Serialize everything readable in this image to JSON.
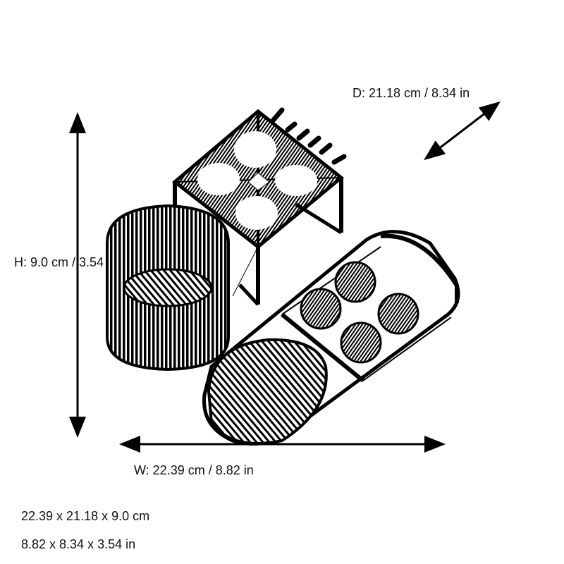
{
  "dimensions": {
    "depth_label": "D: 21.18 cm / 8.34 in",
    "height_label": "H: 9.0 cm / 3.54 in",
    "width_label": "W: 22.39 cm / 8.82 in"
  },
  "summary": {
    "metric": "22.39 x 21.18 x 9.0 cm",
    "imperial": "8.82 x 8.34 x 3.54 in"
  },
  "model": {
    "parts": [
      "grooved-cylinder-cup",
      "four-hole-rack-with-pegs",
      "capsule-tray-with-four-wells"
    ],
    "render_style": "wireframe",
    "line_color": "#000000"
  }
}
